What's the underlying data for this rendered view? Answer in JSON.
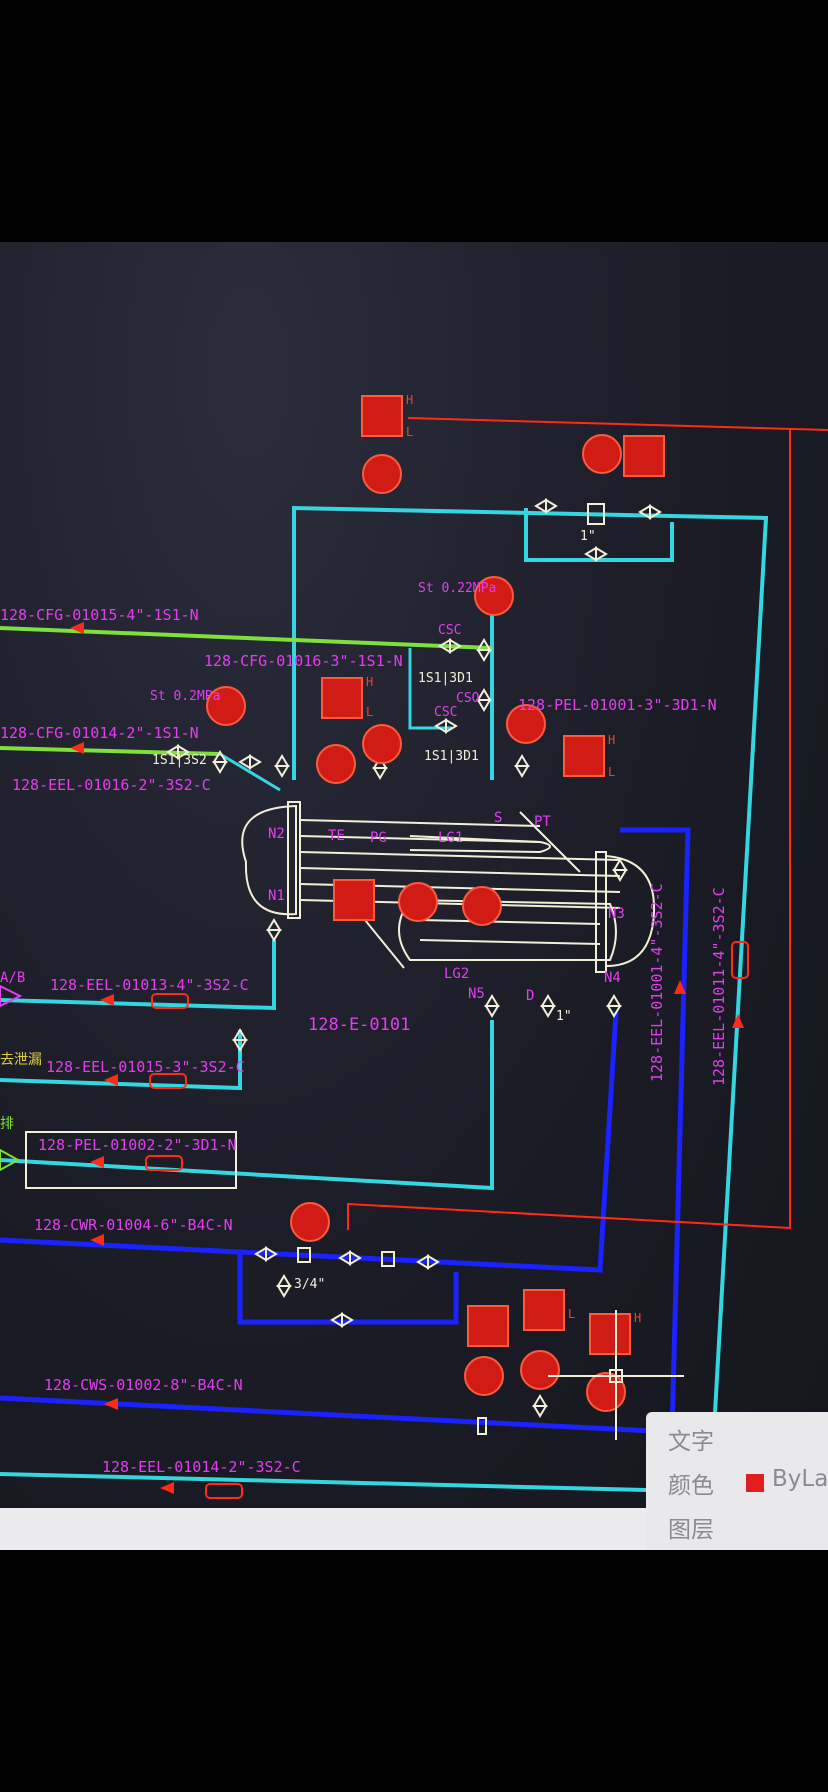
{
  "drawing": {
    "equipment_tag": "128-E-0101",
    "line_labels": {
      "cfg_01015": "128-CFG-01015-4\"-1S1-N",
      "cfg_01016": "128-CFG-01016-3\"-1S1-N",
      "cfg_01014": "128-CFG-01014-2\"-1S1-N",
      "eel_01016": "128-EEL-01016-2\"-3S2-C",
      "pel_01001": "128-PEL-01001-3\"-3D1-N",
      "eel_01013": "128-EEL-01013-4\"-3S2-C",
      "eel_01015": "128-EEL-01015-3\"-3S2-C",
      "pel_01002": "128-PEL-01002-2\"-3D1-N",
      "cwr_01004": "128-CWR-01004-6\"-B4C-N",
      "cws_01002": "128-CWS-01002-8\"-B4C-N",
      "eel_01014": "128-EEL-01014-2\"-3S2-C",
      "eel_01011_vert": "128-EEL-01011-4\"-3S2-C",
      "eel_01001_vert": "128-EEL-01001-4\"-3S2-C"
    },
    "nozzles": [
      "N2",
      "N1",
      "N3",
      "N4",
      "N5",
      "TE",
      "PG",
      "LG1",
      "LG2",
      "D",
      "S",
      "PT"
    ],
    "specs": {
      "st_a": "St 0.22MPa",
      "st_b": "St 0.2MPa",
      "csc": "CSC",
      "cso": "CSO",
      "csc2": "CSC",
      "spec_1s1_3s2": "1S1|3S2",
      "spec_1s1_3d1_a": "1S1|3D1",
      "spec_1s1_3d1_b": "1S1|3D1",
      "size_3_4": "3/4\"",
      "size_1": "1\"",
      "size_1b": "1\"",
      "h": "H",
      "l": "L"
    },
    "left_cut": {
      "a_b": "A/B",
      "fragment_cn": "去泄漏",
      "fragment_cn2": "排"
    }
  },
  "properties_popup": {
    "text_label": "文字",
    "color_label": "颜色",
    "color_value": "ByLa",
    "layer_label": "图层",
    "swatch_color": "#e02020"
  },
  "colors": {
    "cyan": "#35d6df",
    "green": "#7ee03a",
    "magenta": "#e23ef0",
    "red": "#ff2a18",
    "blue": "#1a22ff",
    "white": "#f1efd8"
  }
}
